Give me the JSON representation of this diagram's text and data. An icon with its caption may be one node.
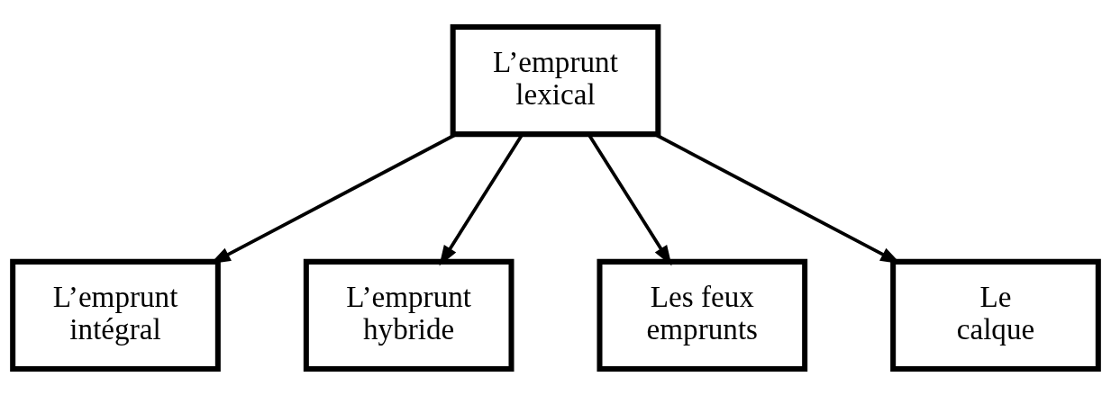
{
  "diagram": {
    "nodes": [
      {
        "text": [
          "L’emprunt lexical"
        ]
      },
      {
        "text": [
          "L’emprunt intégral"
        ]
      },
      {
        "text": [
          "L’emprunt hybride"
        ]
      },
      {
        "text": [
          "Les feux emprunts"
        ]
      },
      {
        "text": [
          "Le calque"
        ]
      }
    ],
    "edges": [
      {
        "from": 0,
        "to": 1,
        "arrow": "to"
      },
      {
        "from": 0,
        "to": 2,
        "arrow": "to"
      },
      {
        "from": 0,
        "to": 3,
        "arrow": "to"
      },
      {
        "from": 0,
        "to": 4,
        "arrow": "to"
      }
    ]
  }
}
